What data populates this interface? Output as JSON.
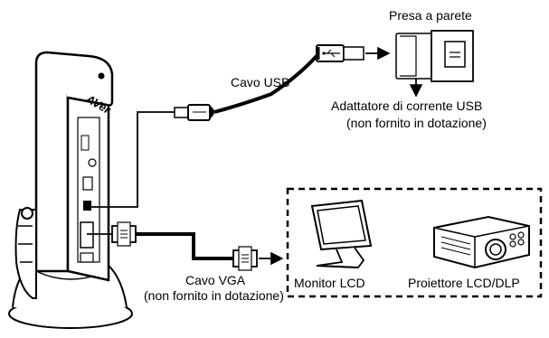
{
  "labels": {
    "wall_outlet": "Presa a parete",
    "usb_cable": "Cavo USB",
    "usb_adapter_line1": "Adattatore di corrente USB",
    "usb_adapter_line2": "(non fornito in dotazione)",
    "vga_cable_line1": "Cavo VGA",
    "vga_cable_line2": "(non fornito in dotazione)",
    "monitor": "Monitor LCD",
    "projector": "Proiettore LCD/DLP"
  },
  "camera_logo": "AVer",
  "icons": {
    "document_camera": "document-camera-icon",
    "usb_plug": "usb-plug-icon",
    "usb_symbol": "usb-symbol-icon",
    "power_adapter": "power-adapter-icon",
    "wall_socket": "wall-socket-icon",
    "vga_connector": "vga-connector-icon",
    "monitor": "lcd-monitor-icon",
    "projector": "projector-icon",
    "arrow": "arrow-icon"
  }
}
